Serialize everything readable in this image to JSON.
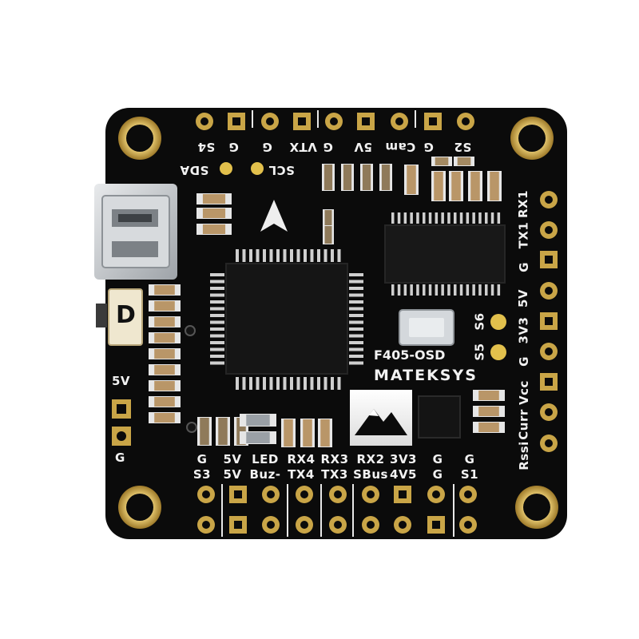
{
  "board": {
    "model": "F405-OSD",
    "brand": "MATEKSYS",
    "boot_button_letter": "D",
    "colors": {
      "pcb": "#0b0b0b",
      "gold": "#c9a547",
      "silk": "#f2f2f2",
      "usb": "#bfc3c6",
      "smd_tan": "#b99668"
    }
  },
  "top_labels": [
    "S4",
    "G",
    "G",
    "VTX",
    "G",
    "5V",
    "Cam",
    "G",
    "S2"
  ],
  "top_pads": 9,
  "i2c": {
    "sda": "SDA",
    "scl": "SCL"
  },
  "right_labels": [
    "RX1",
    "TX1",
    "G",
    "5V",
    "3V3",
    "G",
    "Vcc",
    "Curr",
    "Rssi"
  ],
  "right_pads": 9,
  "servo": {
    "s6": "S6",
    "s5": "S5"
  },
  "left_labels": {
    "v5": "5V",
    "g": "G"
  },
  "bottom_row1": [
    "G",
    "5V",
    "LED",
    "RX4",
    "RX3",
    "RX2",
    "3V3",
    "G",
    "G"
  ],
  "bottom_row2": [
    "S3",
    "5V",
    "Buz-",
    "TX4",
    "TX3",
    "SBus",
    "4V5",
    "G",
    "S1"
  ],
  "bottom_pads": 9
}
